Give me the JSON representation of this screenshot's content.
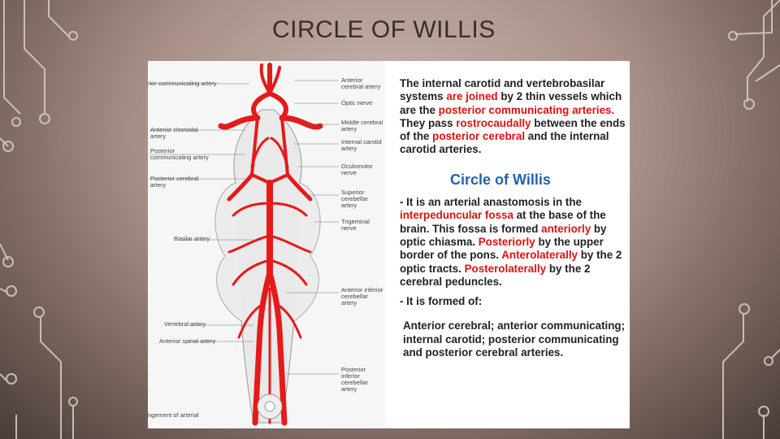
{
  "slide": {
    "title": "CIRCLE OF WILLIS"
  },
  "figure": {
    "labels_left": [
      "rior communicating artery",
      "Anterior choroidal artery",
      "Posterior communicating artery",
      "Posterior cerebral artery",
      "Basilar artery",
      "Vertebral artery",
      "Anterior spinal artery",
      "ngement of arterial"
    ],
    "labels_right": [
      "Anterior cerebral artery",
      "Optic nerve",
      "Middle cerebral artery",
      "Internal carotid artery",
      "Oculomotor nerve",
      "Superior cerebellar artery",
      "Trigeminal nerve",
      "Anterior inferior cerebellar artery",
      "Posterior inferior cerebellar artery"
    ]
  },
  "text": {
    "p1": [
      {
        "t": "The internal carotid and vertebrobasilar systems ",
        "red": false
      },
      {
        "t": "are joined",
        "red": true
      },
      {
        "t": " by 2 thin vessels which are the ",
        "red": false
      },
      {
        "t": "posterior communicating arteries.",
        "red": true
      },
      {
        "t": " They pass ",
        "red": false
      },
      {
        "t": "rostrocaudally",
        "red": true
      },
      {
        "t": " between the ends of the ",
        "red": false
      },
      {
        "t": "posterior cerebral",
        "red": true
      },
      {
        "t": " and the internal carotid arteries.",
        "red": false
      }
    ],
    "subtitle": "Circle of Willis",
    "p2": [
      {
        "t": "- It is an arterial anastomosis in the ",
        "red": false
      },
      {
        "t": "interpeduncular fossa",
        "red": true
      },
      {
        "t": " at the base of the brain. This fossa is formed ",
        "red": false
      },
      {
        "t": "anteriorly",
        "red": true
      },
      {
        "t": " by optic chiasma. ",
        "red": false
      },
      {
        "t": "Posteriorly",
        "red": true
      },
      {
        "t": " by the upper border of the pons. ",
        "red": false
      },
      {
        "t": "Anterolaterally",
        "red": true
      },
      {
        "t": " by the 2 optic tracts. ",
        "red": false
      },
      {
        "t": "Posterolaterally",
        "red": true
      },
      {
        "t": " by the 2 cerebral peduncles.",
        "red": false
      }
    ],
    "p3": "- It is formed of:",
    "p4": "Anterior cerebral; anterior communicating; internal carotid; posterior communicating and posterior cerebral arteries."
  },
  "colors": {
    "highlight_red": "#e01010",
    "subtitle_blue": "#1f63b0",
    "title_color": "#3b2b2b"
  }
}
